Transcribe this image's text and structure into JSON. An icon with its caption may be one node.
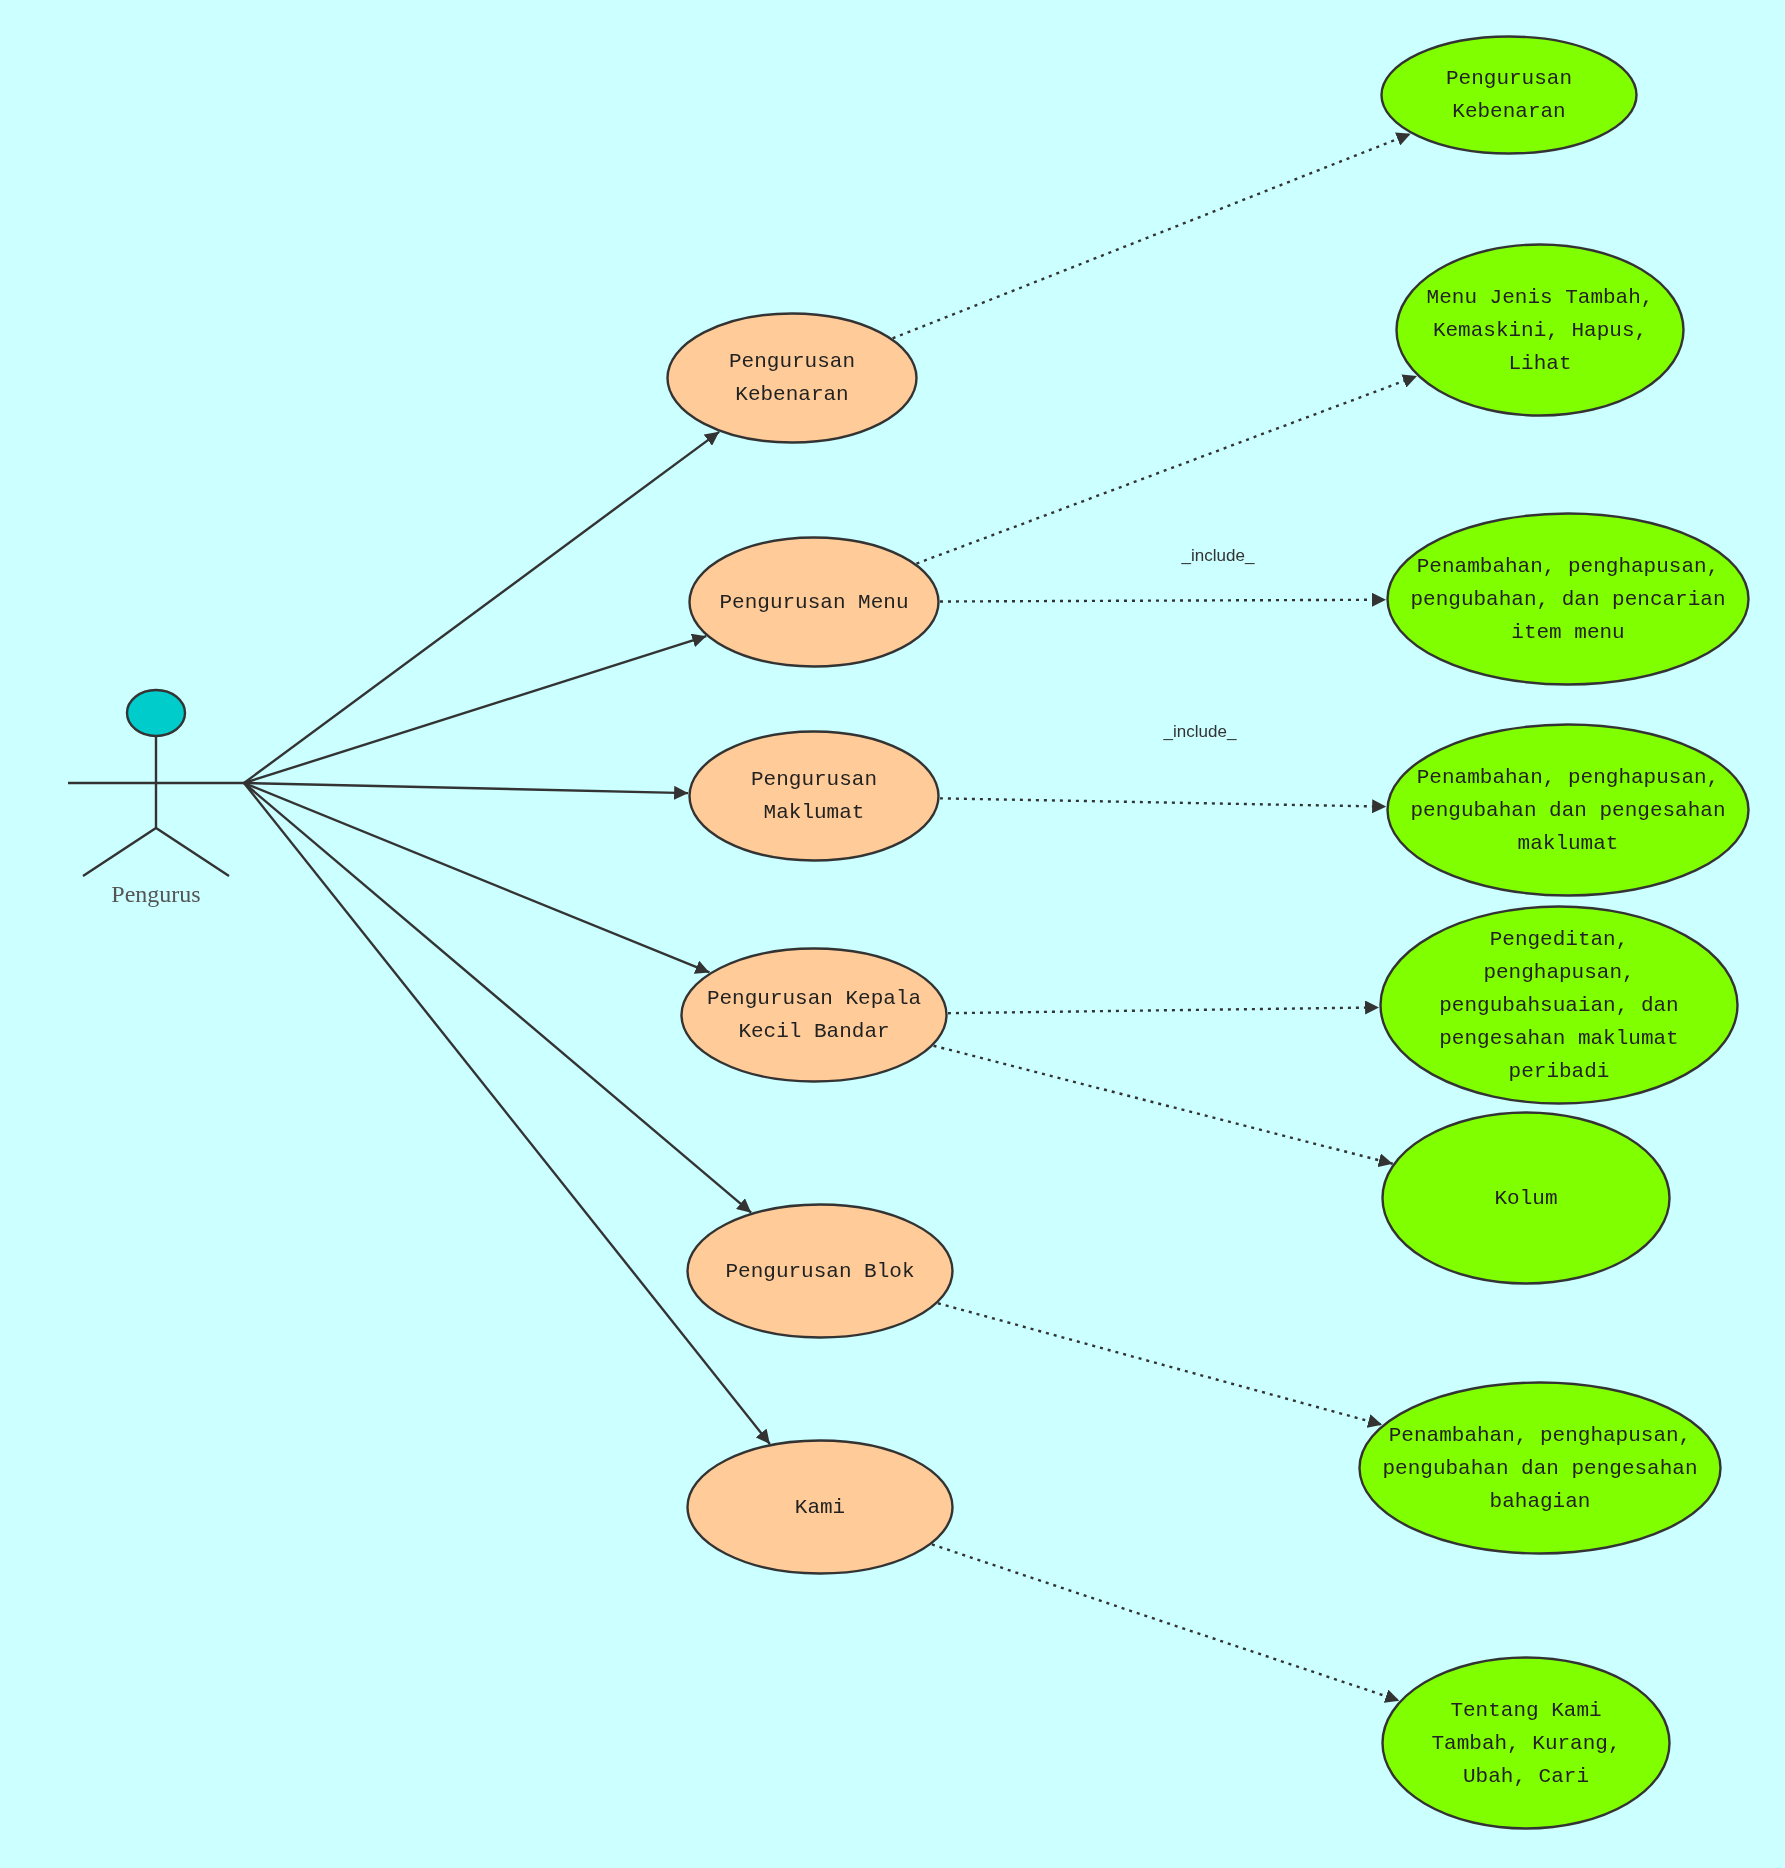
{
  "diagram": {
    "nodes": [
      {
        "text": [],
        "shape": "person",
        "beside": [
          "Pengurus"
        ]
      },
      {
        "text": [
          "Pengurusan Kebenaran"
        ]
      },
      {
        "text": [
          "Pengurusan Menu"
        ]
      },
      {
        "text": [
          "Pengurusan Maklumat"
        ]
      },
      {
        "text": [
          "Pengurusan Kepala Kecil Bandar"
        ]
      },
      {
        "text": [
          "Pengurusan Blok"
        ]
      },
      {
        "text": [
          "Kami"
        ]
      },
      {
        "text": [
          "Pengurusan Kebenaran"
        ]
      },
      {
        "text": [
          "Menu Jenis Tambah, Kemaskini, Hapus, Lihat"
        ]
      },
      {
        "text": [
          "Penambahan, penghapusan, pengubahan, dan pencarian item menu"
        ]
      },
      {
        "text": [
          "Penambahan, penghapusan, pengubahan dan pengesahan maklumat"
        ]
      },
      {
        "text": [
          "Pengeditan, penghapusan, pengubahsuaian, dan pengesahan maklumat peribadi"
        ]
      },
      {
        "text": [
          "Kolum"
        ]
      },
      {
        "text": [
          "Penambahan, penghapusan, pengubahan dan pengesahan bahagian"
        ]
      },
      {
        "text": [
          "Tentang Kami Tambah, Kurang, Ubah, Cari"
        ]
      }
    ],
    "edges": [
      {
        "from": 0,
        "to": 1,
        "arrow": "to"
      },
      {
        "from": 0,
        "to": 2,
        "arrow": "to"
      },
      {
        "from": 0,
        "to": 3,
        "arrow": "to"
      },
      {
        "from": 0,
        "to": 4,
        "arrow": "to"
      },
      {
        "from": 0,
        "to": 5,
        "arrow": "to"
      },
      {
        "from": 0,
        "to": 6,
        "arrow": "to"
      },
      {
        "from": 1,
        "to": 7,
        "arrow": "to",
        "style": "dashed"
      },
      {
        "from": 2,
        "to": 8,
        "arrow": "to",
        "style": "dashed"
      },
      {
        "from": 2,
        "to": 9,
        "arrow": "to",
        "style": "dashed",
        "label": "_include_"
      },
      {
        "from": 3,
        "to": 10,
        "arrow": "to",
        "style": "dashed",
        "label": "_include_"
      },
      {
        "from": 4,
        "to": 11,
        "arrow": "to",
        "style": "dashed"
      },
      {
        "from": 4,
        "to": 12,
        "arrow": "to",
        "style": "dashed"
      },
      {
        "from": 5,
        "to": 13,
        "arrow": "to",
        "style": "dashed"
      },
      {
        "from": 6,
        "to": 14,
        "arrow": "to",
        "style": "dashed"
      }
    ]
  }
}
